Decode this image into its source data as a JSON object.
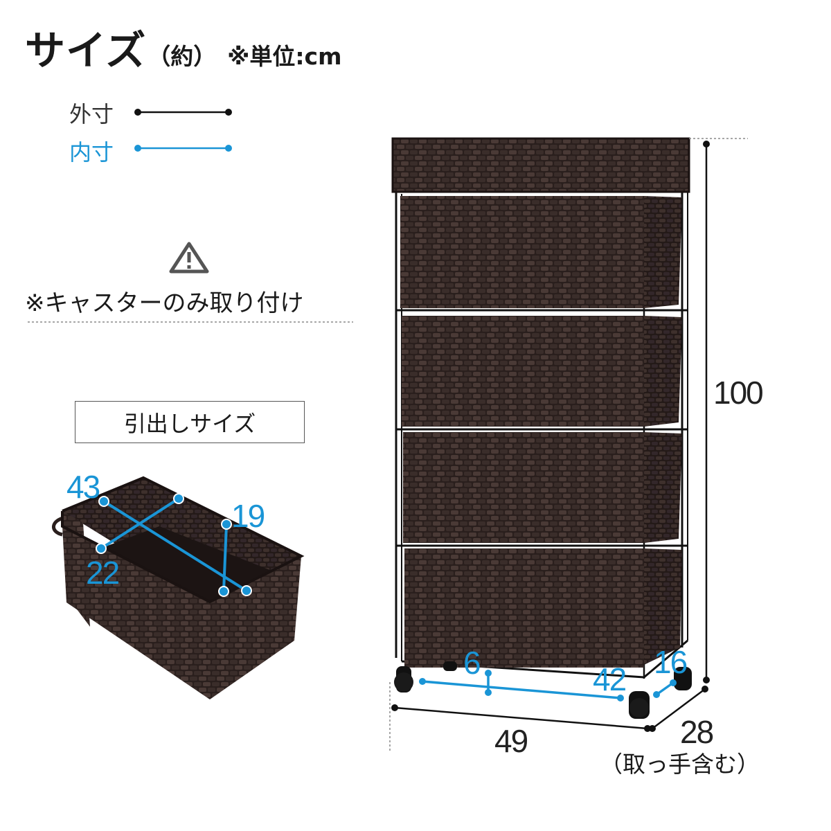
{
  "header": {
    "title": "サイズ",
    "approx": "（約）",
    "unit": "※単位:cm"
  },
  "legend": {
    "outer_label": "外寸",
    "inner_label": "内寸",
    "outer_color": "#111111",
    "inner_color": "#1a95d6"
  },
  "note": {
    "icon": "warning-icon",
    "text": "※キャスターのみ取り付け"
  },
  "drawer": {
    "title": "引出しサイズ",
    "depth": "43",
    "height": "19",
    "width": "22"
  },
  "cabinet": {
    "height": "100",
    "width": "49",
    "depth": "28",
    "depth_note": "（取っ手含む）",
    "inner_clearance": "6",
    "inner_width": "42",
    "inner_depth": "16",
    "rattan_color": "#2e2220"
  }
}
